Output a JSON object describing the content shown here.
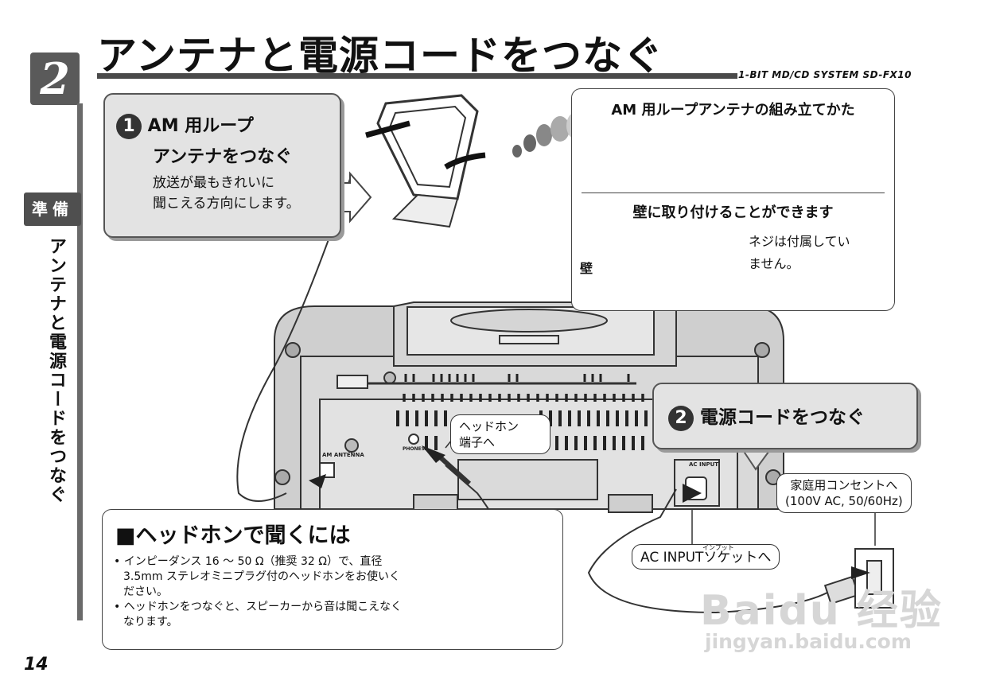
{
  "header": {
    "chapter_number": "2",
    "title": "アンテナと電源コードをつなぐ",
    "model": "1-BIT MD/CD SYSTEM  SD-FX10",
    "section_tab": "準備",
    "side_title": "アンテナと電源コードをつなぐ",
    "page_number": "14"
  },
  "step1": {
    "badge": "1",
    "heading_line1": "AM 用ループ",
    "heading_line2": "アンテナをつなぐ",
    "body_line1": "放送が最もきれいに",
    "body_line2": "聞こえる方向にします。"
  },
  "step2": {
    "badge": "2",
    "heading": "電源コードをつなぐ"
  },
  "assembly": {
    "title": "AM 用ループアンテナの組み立てかた",
    "wall_title": "壁に取り付けることができます",
    "wall_label": "壁",
    "screw_line1": "ネジは付属してい",
    "screw_line2": "ません。"
  },
  "labels": {
    "phones_line1": "ヘッドホン",
    "phones_line2": "端子へ",
    "outlet_line1": "家庭用コンセントへ",
    "outlet_line2": "(100V AC, 50/60Hz)",
    "ac_input": "AC INPUTソケットへ",
    "ac_input_ruby": "インプット",
    "am_antenna_panel": "AM ANTENNA",
    "phones_panel": "PHONES",
    "ac_input_panel": "AC INPUT"
  },
  "headphones": {
    "heading": "■ヘッドホンで聞くには",
    "items": [
      "• インピーダンス 16 ～ 50 Ω（推奨 32 Ω）で、直径 3.5mm ステレオミニプラグ付のヘッドホンをお使いください。",
      "• ヘッドホンをつなぐと、スピーカーから音は聞こえなくなります。"
    ]
  },
  "watermark": {
    "line1": "Baidu 经验",
    "line2": "jingyan.baidu.com"
  }
}
